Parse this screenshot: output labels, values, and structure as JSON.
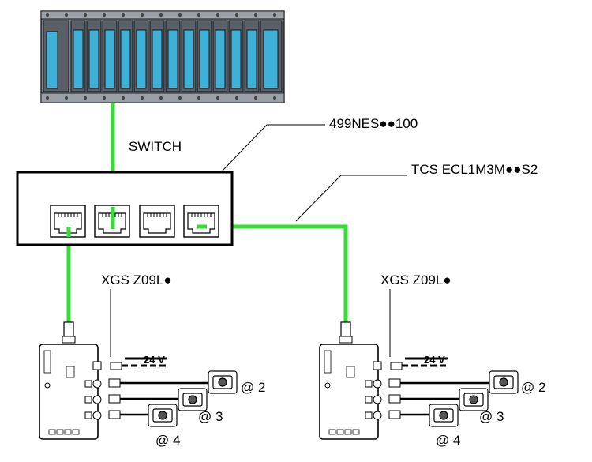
{
  "labels": {
    "switch": "SWITCH",
    "switch_ref": "499NES●●100",
    "cable_ref": "TCS ECL1M3M●●S2",
    "xgs_left": "XGS Z09L●",
    "xgs_right": "XGS Z09L●",
    "voltage_left": "24 V",
    "voltage_right": "24 V",
    "addr2_left": "@ 2",
    "addr3_left": "@ 3",
    "addr4_left": "@ 4",
    "addr2_right": "@ 2",
    "addr3_right": "@ 3",
    "addr4_right": "@ 4"
  },
  "colors": {
    "cable_green": "#33dd33",
    "module_blue": "#3fb0d8",
    "rack_gray": "#6a6f78",
    "line": "#000000"
  }
}
